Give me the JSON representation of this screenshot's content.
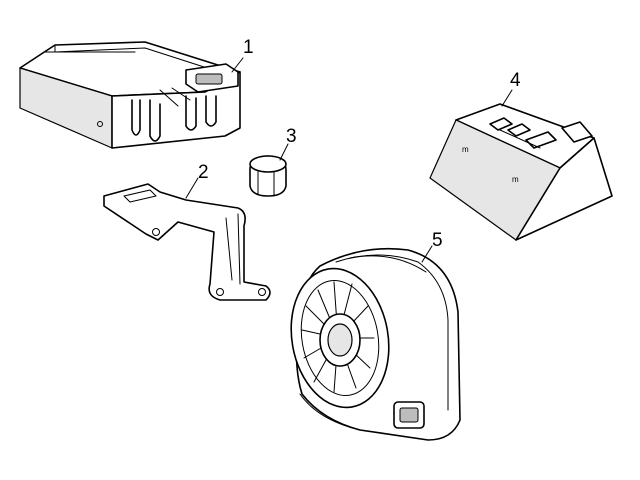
{
  "parts": [
    {
      "id": "part-1",
      "callout": "1"
    },
    {
      "id": "part-2",
      "callout": "2"
    },
    {
      "id": "part-3",
      "callout": "3"
    },
    {
      "id": "part-4",
      "callout": "4"
    },
    {
      "id": "part-5",
      "callout": "5"
    }
  ]
}
